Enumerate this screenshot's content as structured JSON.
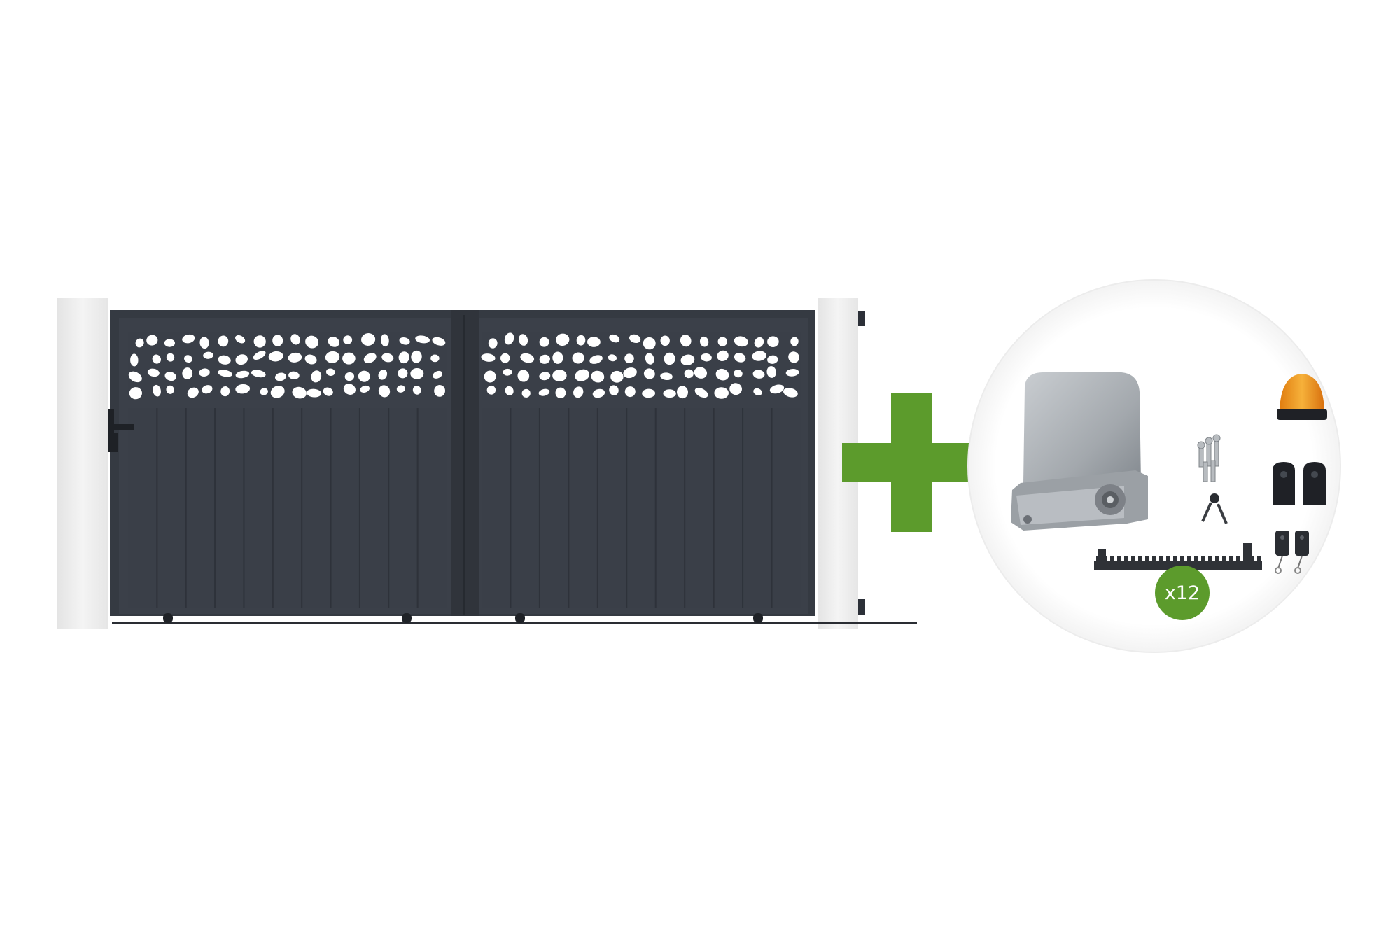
{
  "colors": {
    "gate": "#3a3f48",
    "gate_dark": "#2c3038",
    "post": "#eeeeee",
    "accent_plus": "#5c9b2c",
    "motor_body": "#a9aeb3",
    "flash_light": "#f09a1c"
  },
  "kit": {
    "rack_quantity": "x12"
  },
  "icons": [
    "plus-icon",
    "gate-motor",
    "flashing-light",
    "photocell-pair",
    "remote-control-pair",
    "gear-rack",
    "anchor-bolts",
    "keys"
  ]
}
